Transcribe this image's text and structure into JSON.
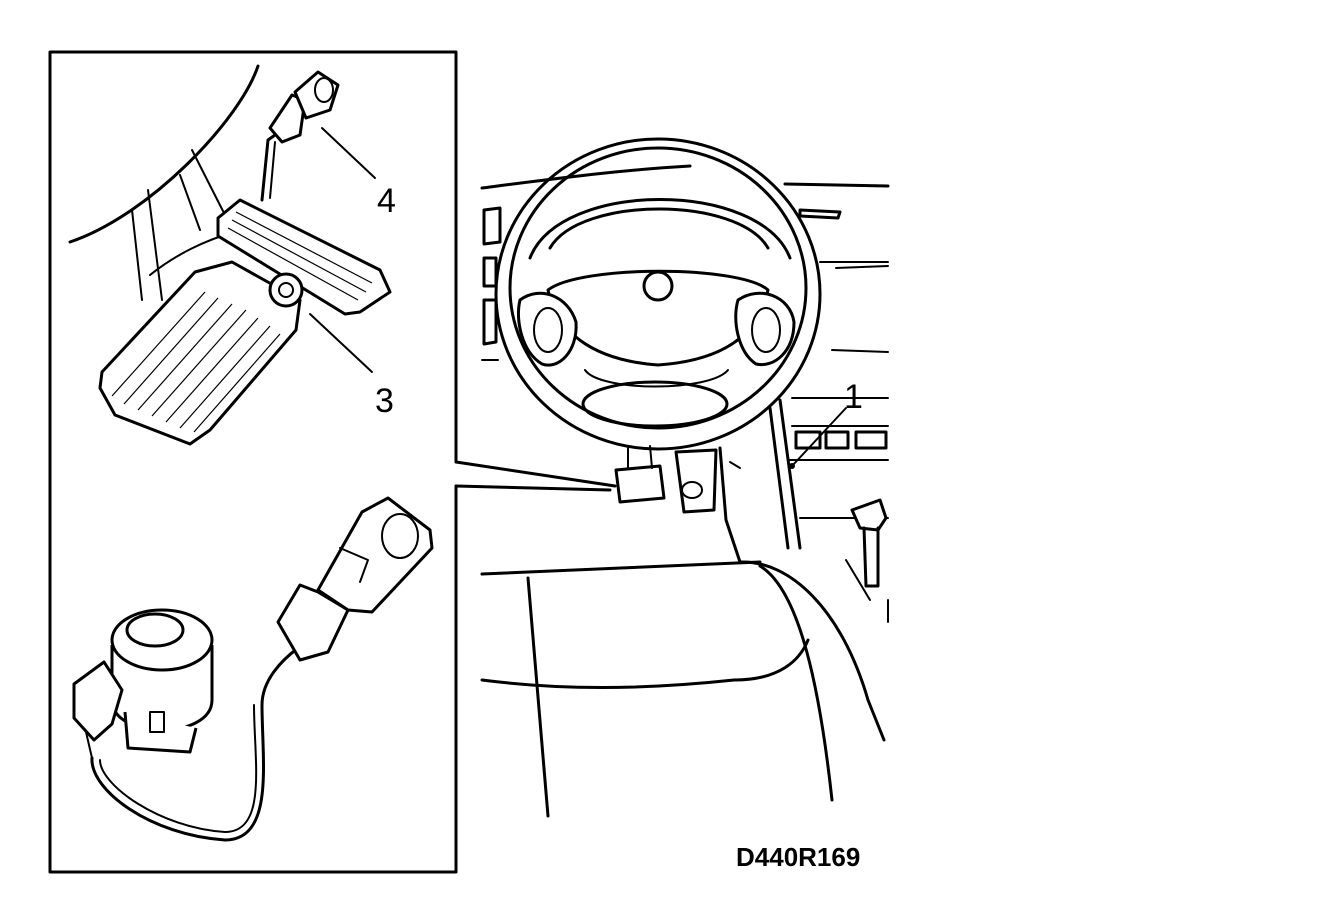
{
  "callouts": {
    "item_1": "1",
    "item_3": "3",
    "item_4": "4"
  },
  "figure_code": "D440R169",
  "colors": {
    "ink": "#000000",
    "paper": "#ffffff"
  }
}
